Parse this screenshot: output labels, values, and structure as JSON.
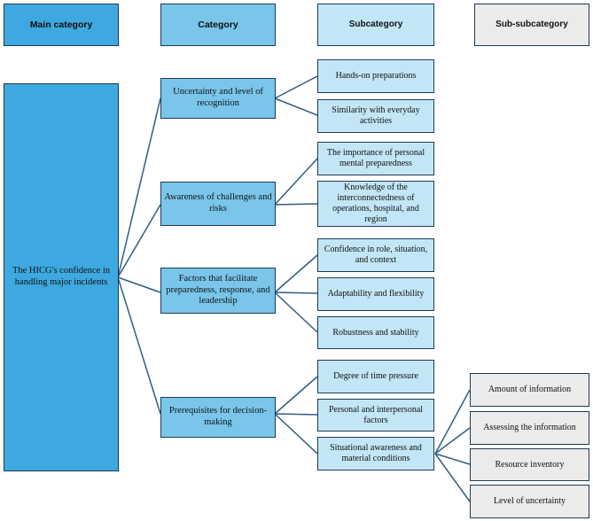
{
  "colors": {
    "main_fill": "#3ea9e0",
    "category_fill": "#79c6ea",
    "subcategory_fill": "#c2e6f6",
    "subsub_fill": "#ebebeb",
    "border": "#1f3a52",
    "connector": "#2e5f7f"
  },
  "headers": {
    "main": "Main category",
    "category": "Category",
    "subcategory": "Subcategory",
    "subsub": "Sub-subcategory"
  },
  "main_category": "The HICG's confidence in handling major incidents",
  "categories": [
    {
      "label": "Uncertainty and level of recognition",
      "subcategories": [
        "Hands-on preparations",
        "Similarity with everyday activities"
      ]
    },
    {
      "label": "Awareness of challenges and risks",
      "subcategories": [
        "The importance of personal mental preparedness",
        "Knowledge of the interconnectedness of operations, hospital, and region"
      ]
    },
    {
      "label": "Factors that facilitate preparedness, response, and leadership",
      "subcategories": [
        "Confidence in role, situation, and context",
        "Adaptability and flexibility",
        "Robustness and stability"
      ]
    },
    {
      "label": "Prerequisites for decision-making",
      "subcategories": [
        "Degree of time pressure",
        "Personal and interpersonal factors",
        "Situational awareness and material conditions"
      ]
    }
  ],
  "subsubcategories": [
    "Amount of information",
    "Assessing the information",
    "Resource inventory",
    "Level of uncertainty"
  ]
}
